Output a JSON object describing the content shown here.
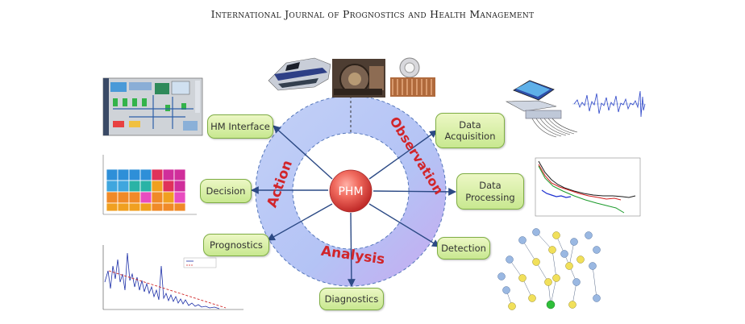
{
  "header": {
    "journal": "International Journal of Prognostics and Health Management"
  },
  "diagram": {
    "center": "PHM",
    "ring_labels": {
      "action": "Action",
      "observation": "Observation",
      "analysis": "Analysis"
    },
    "boxes": {
      "hm_interface": "HM Interface",
      "data_acquisition": "Data\nAcquisition",
      "decision": "Decision",
      "data_processing": "Data\nProcessing",
      "prognostics": "Prognostics",
      "detection": "Detection",
      "diagnostics": "Diagnostics"
    }
  },
  "colors": {
    "ring_outer": "#b8c8f6",
    "ring_inner": "#dfe6fb",
    "center": "#e84a4a",
    "ring_text": "#d1252a",
    "box_fill": "#d8efa8",
    "box_border": "#7fae45"
  },
  "icons": [
    "train-image",
    "engine-image",
    "bearing-image",
    "scada-screenshot-image",
    "laptop-daq-image",
    "vibration-signal-image",
    "decision-matrix-image",
    "processing-curves-image",
    "rul-prognostics-chart-image",
    "bayesian-network-image"
  ]
}
